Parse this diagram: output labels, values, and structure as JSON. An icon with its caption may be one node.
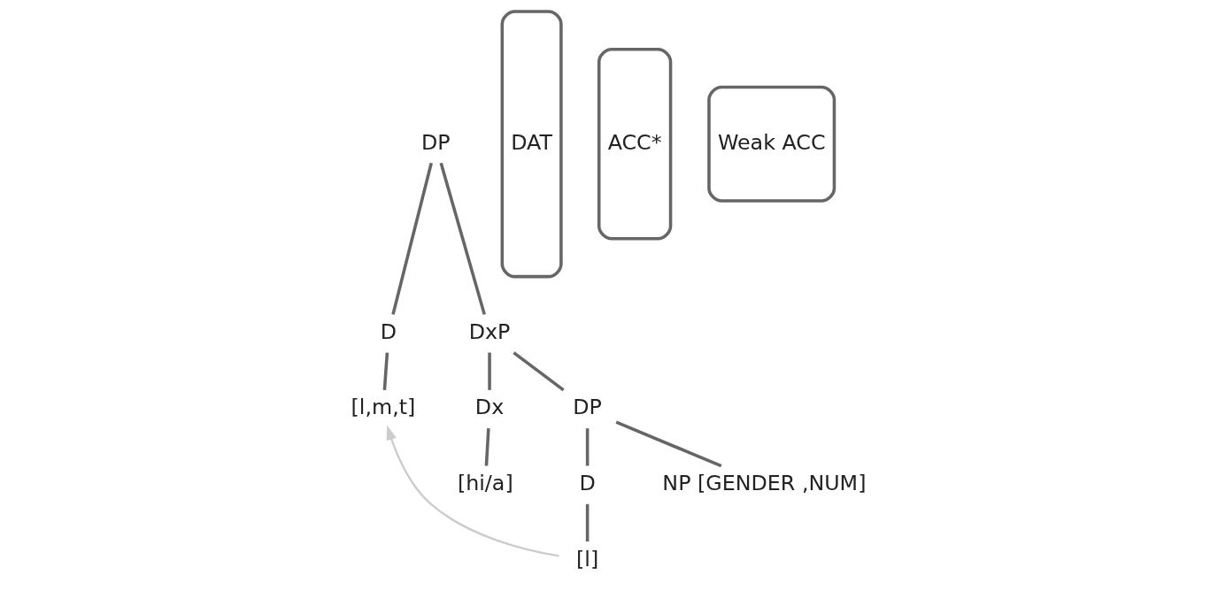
{
  "diagram": {
    "nodes": [
      {
        "text": [
          "DP"
        ]
      },
      {
        "text": [
          "D"
        ]
      },
      {
        "text": [
          "DxP"
        ]
      },
      {
        "text": [
          "[l,m,t]"
        ]
      },
      {
        "text": [
          "Dx"
        ]
      },
      {
        "text": [
          "DP"
        ]
      },
      {
        "text": [
          "[hi/a]"
        ]
      },
      {
        "text": [
          "D"
        ]
      },
      {
        "text": [
          "NP [GENDER ,NUM]"
        ]
      },
      {
        "text": [
          "[l]"
        ]
      }
    ],
    "edges": [
      {
        "from": 0,
        "to": 1,
        "arrow": "none"
      },
      {
        "from": 0,
        "to": 2,
        "arrow": "none"
      },
      {
        "from": 1,
        "to": 3,
        "arrow": "none"
      },
      {
        "from": 2,
        "to": 4,
        "arrow": "none"
      },
      {
        "from": 2,
        "to": 5,
        "arrow": "none"
      },
      {
        "from": 4,
        "to": 6,
        "arrow": "none"
      },
      {
        "from": 5,
        "to": 7,
        "arrow": "none"
      },
      {
        "from": 5,
        "to": 8,
        "arrow": "none"
      },
      {
        "from": 7,
        "to": 9,
        "arrow": "none"
      },
      {
        "from": 9,
        "to": 3,
        "arrow": "to",
        "color": "#cccccc"
      }
    ],
    "labels": [
      "DAT",
      "ACC*",
      "Weak ACC"
    ]
  }
}
